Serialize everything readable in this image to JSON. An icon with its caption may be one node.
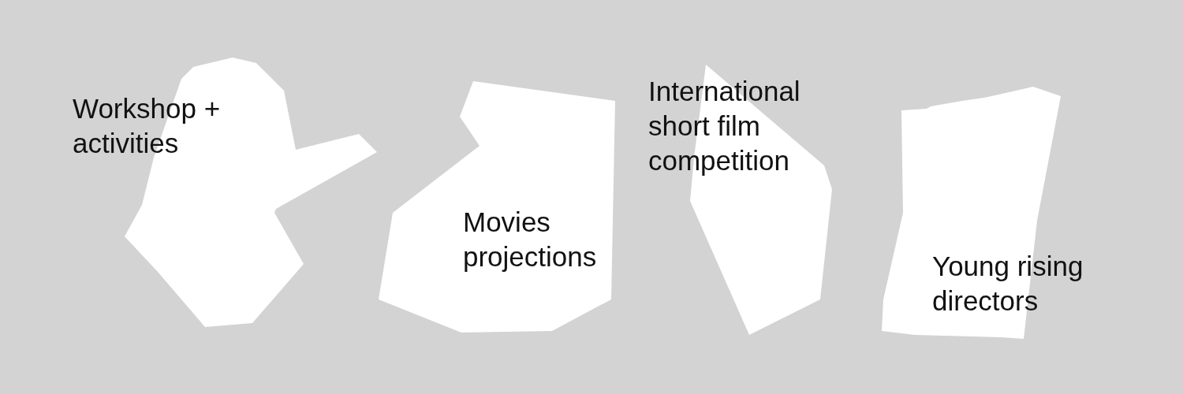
{
  "diagram": {
    "nodes": [
      {
        "text": [
          "Workshop + activities"
        ]
      },
      {
        "text": [
          "Movies projections"
        ]
      },
      {
        "text": [
          "International short film competition"
        ]
      },
      {
        "text": [
          "Young rising directors"
        ]
      }
    ]
  }
}
